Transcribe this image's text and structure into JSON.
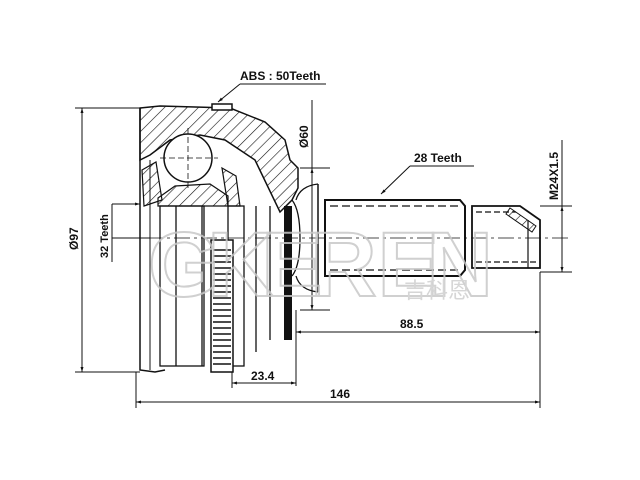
{
  "drawing": {
    "title": "CV Joint Outer (ABS) Technical Drawing",
    "labels": {
      "abs_teeth": "ABS : 50Teeth",
      "spline_teeth": "28 Teeth",
      "inner_teeth": "32 Teeth",
      "outer_diameter": "Ø97",
      "seal_diameter": "Ø60",
      "thread": "M24X1.5",
      "shaft_length": "88.5",
      "abs_offset": "23.4",
      "overall_length": "146"
    },
    "watermark": {
      "text": "GKER EN",
      "chinese": "吉科恩"
    }
  },
  "colors": {
    "line": "#111111",
    "background": "#ffffff",
    "watermark": "#c8c8c8"
  }
}
